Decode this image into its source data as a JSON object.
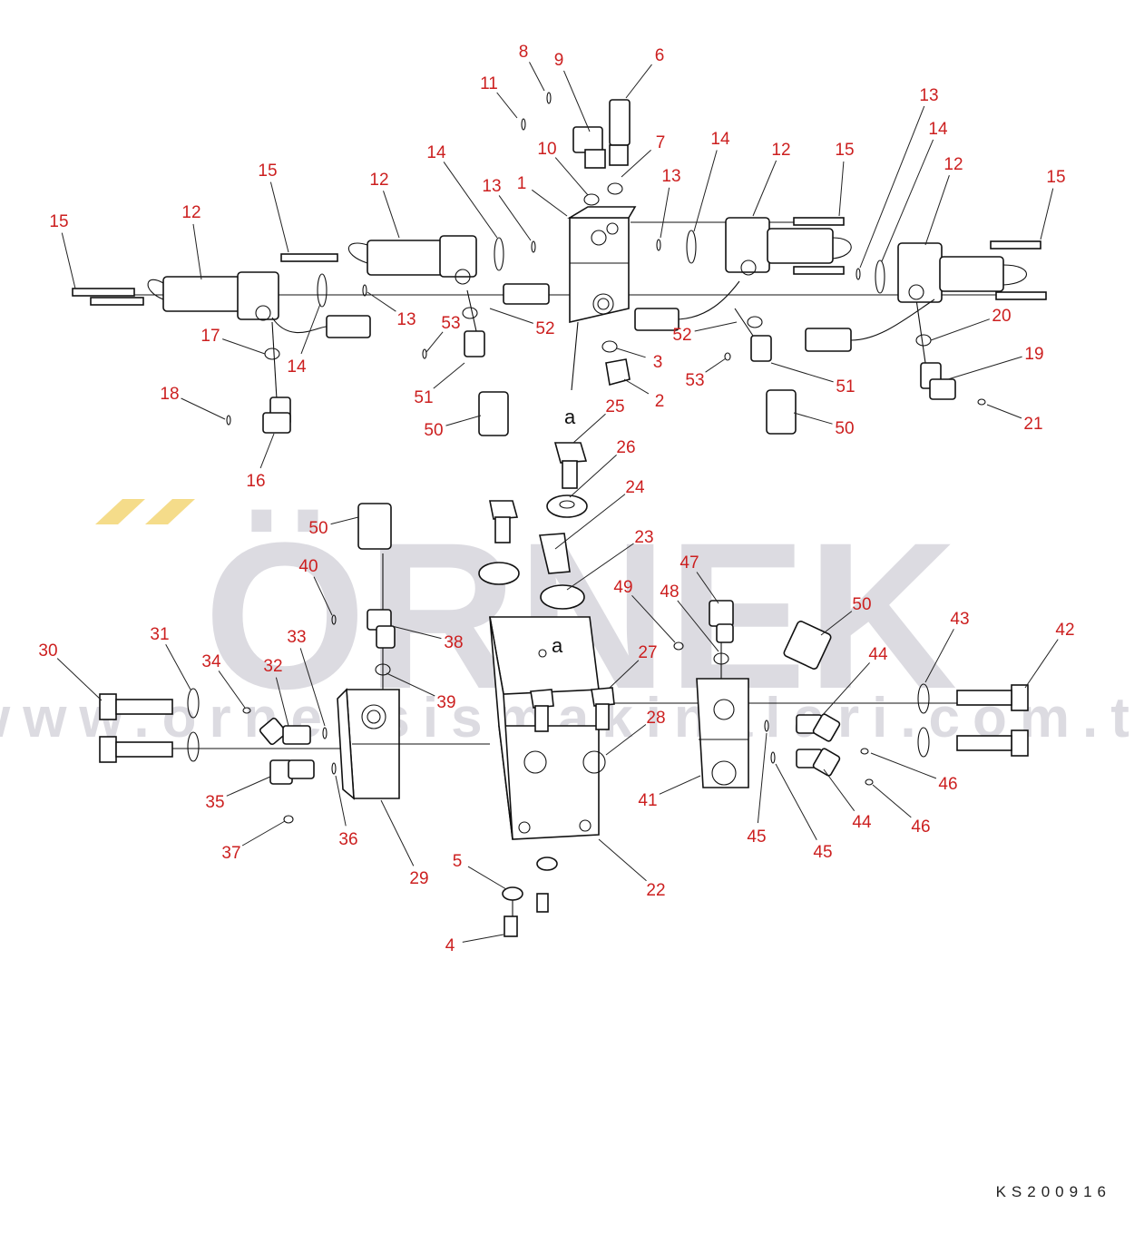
{
  "colors": {
    "callout": "#cc1f1f",
    "line": "#111111",
    "watermark": "#dcdbe1",
    "watermark_accent": "#f5dc8a"
  },
  "watermark": {
    "brand": "ÖRNEK",
    "url": "www.orneksismakinalari.com.tr"
  },
  "drawing_code": "KS200916",
  "view_markers": [
    "a",
    "a"
  ],
  "callouts": [
    "1",
    "2",
    "3",
    "4",
    "5",
    "6",
    "7",
    "8",
    "9",
    "10",
    "11",
    "12",
    "12",
    "12",
    "12",
    "13",
    "13",
    "13",
    "13",
    "14",
    "14",
    "14",
    "14",
    "15",
    "15",
    "15",
    "15",
    "16",
    "17",
    "18",
    "19",
    "20",
    "21",
    "22",
    "23",
    "24",
    "25",
    "26",
    "27",
    "28",
    "29",
    "30",
    "31",
    "32",
    "33",
    "34",
    "35",
    "36",
    "37",
    "38",
    "39",
    "40",
    "41",
    "42",
    "43",
    "44",
    "44",
    "45",
    "45",
    "46",
    "46",
    "47",
    "48",
    "49",
    "50",
    "50",
    "50",
    "50",
    "51",
    "51",
    "52",
    "52",
    "53",
    "53"
  ]
}
